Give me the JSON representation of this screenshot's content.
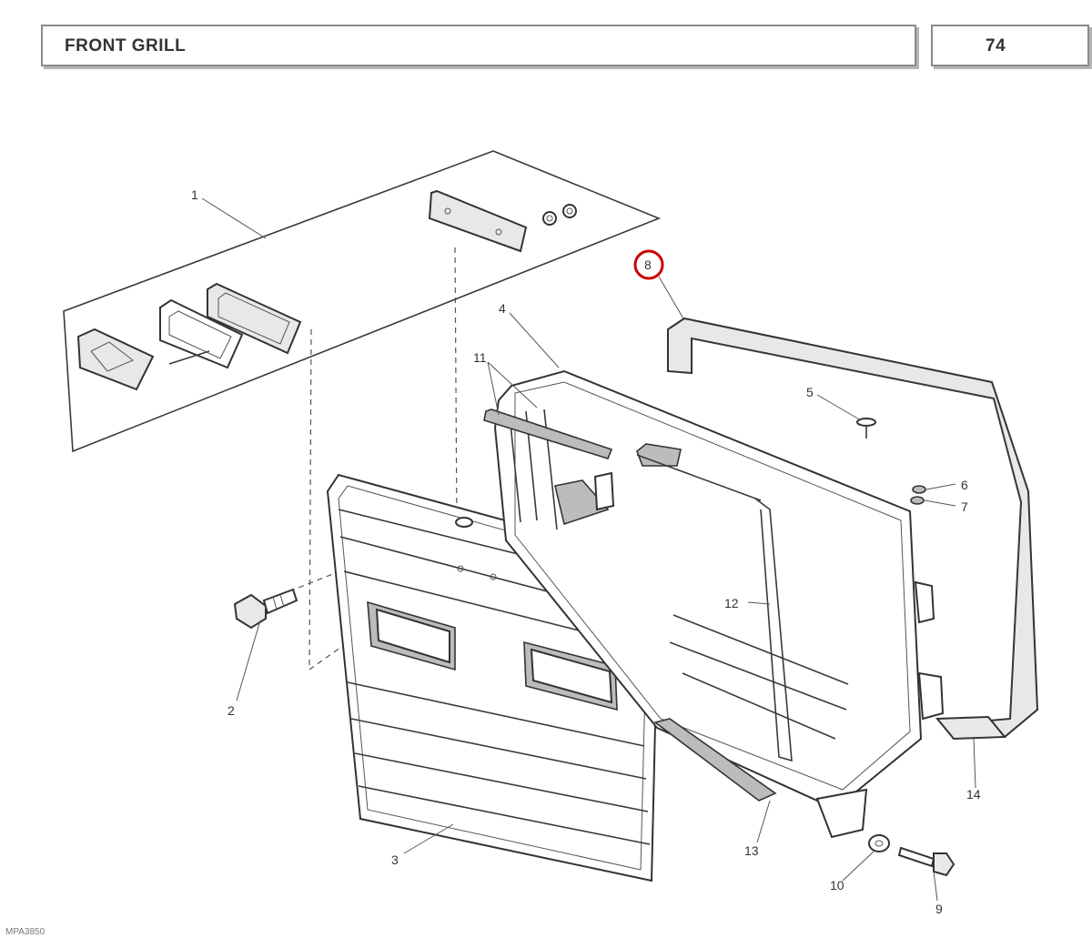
{
  "header": {
    "title": "FRONT GRILL",
    "page_number": "74"
  },
  "callouts": {
    "c1": "1",
    "c2": "2",
    "c3": "3",
    "c4": "4",
    "c5": "5",
    "c6": "6",
    "c7": "7",
    "c8": "8",
    "c9": "9",
    "c10": "10",
    "c11": "11",
    "c12": "12",
    "c13": "13",
    "c14": "14"
  },
  "highlight": {
    "callout": "8",
    "color": "#cc0000"
  },
  "footer": {
    "code": "MPA3850"
  }
}
